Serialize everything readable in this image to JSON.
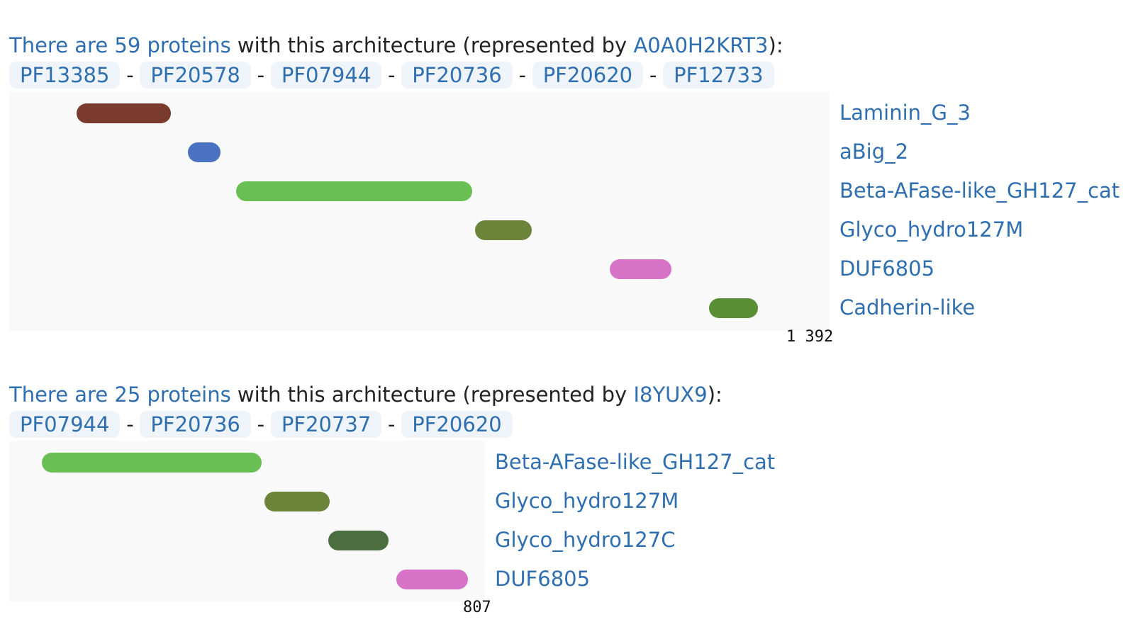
{
  "architectures": [
    {
      "headline": {
        "count_link": "There are 59 proteins",
        "middle": " with this architecture (represented by ",
        "rep_link": "A0A0H2KRT3",
        "end": "):"
      },
      "pfam_ids": [
        "PF13385",
        "PF20578",
        "PF07944",
        "PF20736",
        "PF20620",
        "PF12733"
      ],
      "separator": "-",
      "domains": [
        {
          "name": "Laminin_G_3",
          "start": 0.082,
          "end": 0.197,
          "color": "#7a3b2e"
        },
        {
          "name": "aBig_2",
          "start": 0.218,
          "end": 0.258,
          "color": "#4a72c0"
        },
        {
          "name": "Beta-AFase-like_GH127_cat",
          "start": 0.277,
          "end": 0.564,
          "color": "#6abf54"
        },
        {
          "name": "Glyco_hydro127M",
          "start": 0.568,
          "end": 0.637,
          "color": "#6b843a"
        },
        {
          "name": "DUF6805",
          "start": 0.732,
          "end": 0.807,
          "color": "#d673c6"
        },
        {
          "name": "Cadherin-like",
          "start": 0.853,
          "end": 0.913,
          "color": "#5a8e34"
        }
      ],
      "scale_text": "1 392"
    },
    {
      "headline": {
        "count_link": "There are 25 proteins",
        "middle": " with this architecture (represented by ",
        "rep_link": "I8YUX9",
        "end": "):"
      },
      "pfam_ids": [
        "PF07944",
        "PF20736",
        "PF20737",
        "PF20620"
      ],
      "separator": "-",
      "domains": [
        {
          "name": "Beta-AFase-like_GH127_cat",
          "start": 0.068,
          "end": 0.53,
          "color": "#6abf54"
        },
        {
          "name": "Glyco_hydro127M",
          "start": 0.537,
          "end": 0.673,
          "color": "#6b843a"
        },
        {
          "name": "Glyco_hydro127C",
          "start": 0.67,
          "end": 0.798,
          "color": "#4a6e40"
        },
        {
          "name": "DUF6805",
          "start": 0.813,
          "end": 0.964,
          "color": "#d673c6"
        }
      ],
      "scale_text": "807"
    }
  ]
}
